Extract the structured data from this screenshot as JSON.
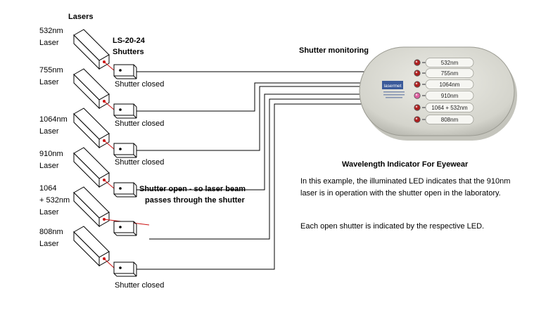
{
  "heading_lasers": "Lasers",
  "heading_shutters": [
    "LS-20-24",
    "Shutters"
  ],
  "heading_monitoring": "Shutter monitoring",
  "lasers": [
    {
      "lines": [
        "532nm",
        "Laser"
      ],
      "shutter_status": "Shutter closed",
      "open": false
    },
    {
      "lines": [
        "755nm",
        "Laser"
      ],
      "shutter_status": "Shutter closed",
      "open": false
    },
    {
      "lines": [
        "1064nm",
        "Laser"
      ],
      "shutter_status": "Shutter closed",
      "open": false
    },
    {
      "lines": [
        "910nm",
        "Laser"
      ],
      "shutter_status": "Shutter closed",
      "open": false
    },
    {
      "lines": [
        "1064",
        "+ 532nm",
        "Laser"
      ],
      "shutter_status": "Shutter open - so laser beam passes through the shutter",
      "open": true
    },
    {
      "lines": [
        "808nm",
        "Laser"
      ],
      "shutter_status": "Shutter closed",
      "open": false
    }
  ],
  "open_shutter_label": [
    "Shutter open - so laser beam",
    "passes through the shutter"
  ],
  "indicator": {
    "brand": "lasermet",
    "leds": [
      {
        "label": "532nm",
        "lit": false
      },
      {
        "label": "755nm",
        "lit": false
      },
      {
        "label": "1064nm",
        "lit": false
      },
      {
        "label": "910nm",
        "lit": true
      },
      {
        "label": "1064 + 532nm",
        "lit": false
      },
      {
        "label": "808nm",
        "lit": false
      }
    ]
  },
  "indicator_title": "Wavelength Indicator For Eyewear",
  "description": [
    "In this example, the illuminated LED indicates that the 910nm laser is in operation with the shutter open in the laboratory.",
    "Each open shutter is indicated by the respective LED."
  ],
  "colors": {
    "beam": "#cc1111",
    "line": "#000000",
    "led_off": "#b02020",
    "led_on": "#e060a0",
    "device": "#dcdcd4"
  }
}
